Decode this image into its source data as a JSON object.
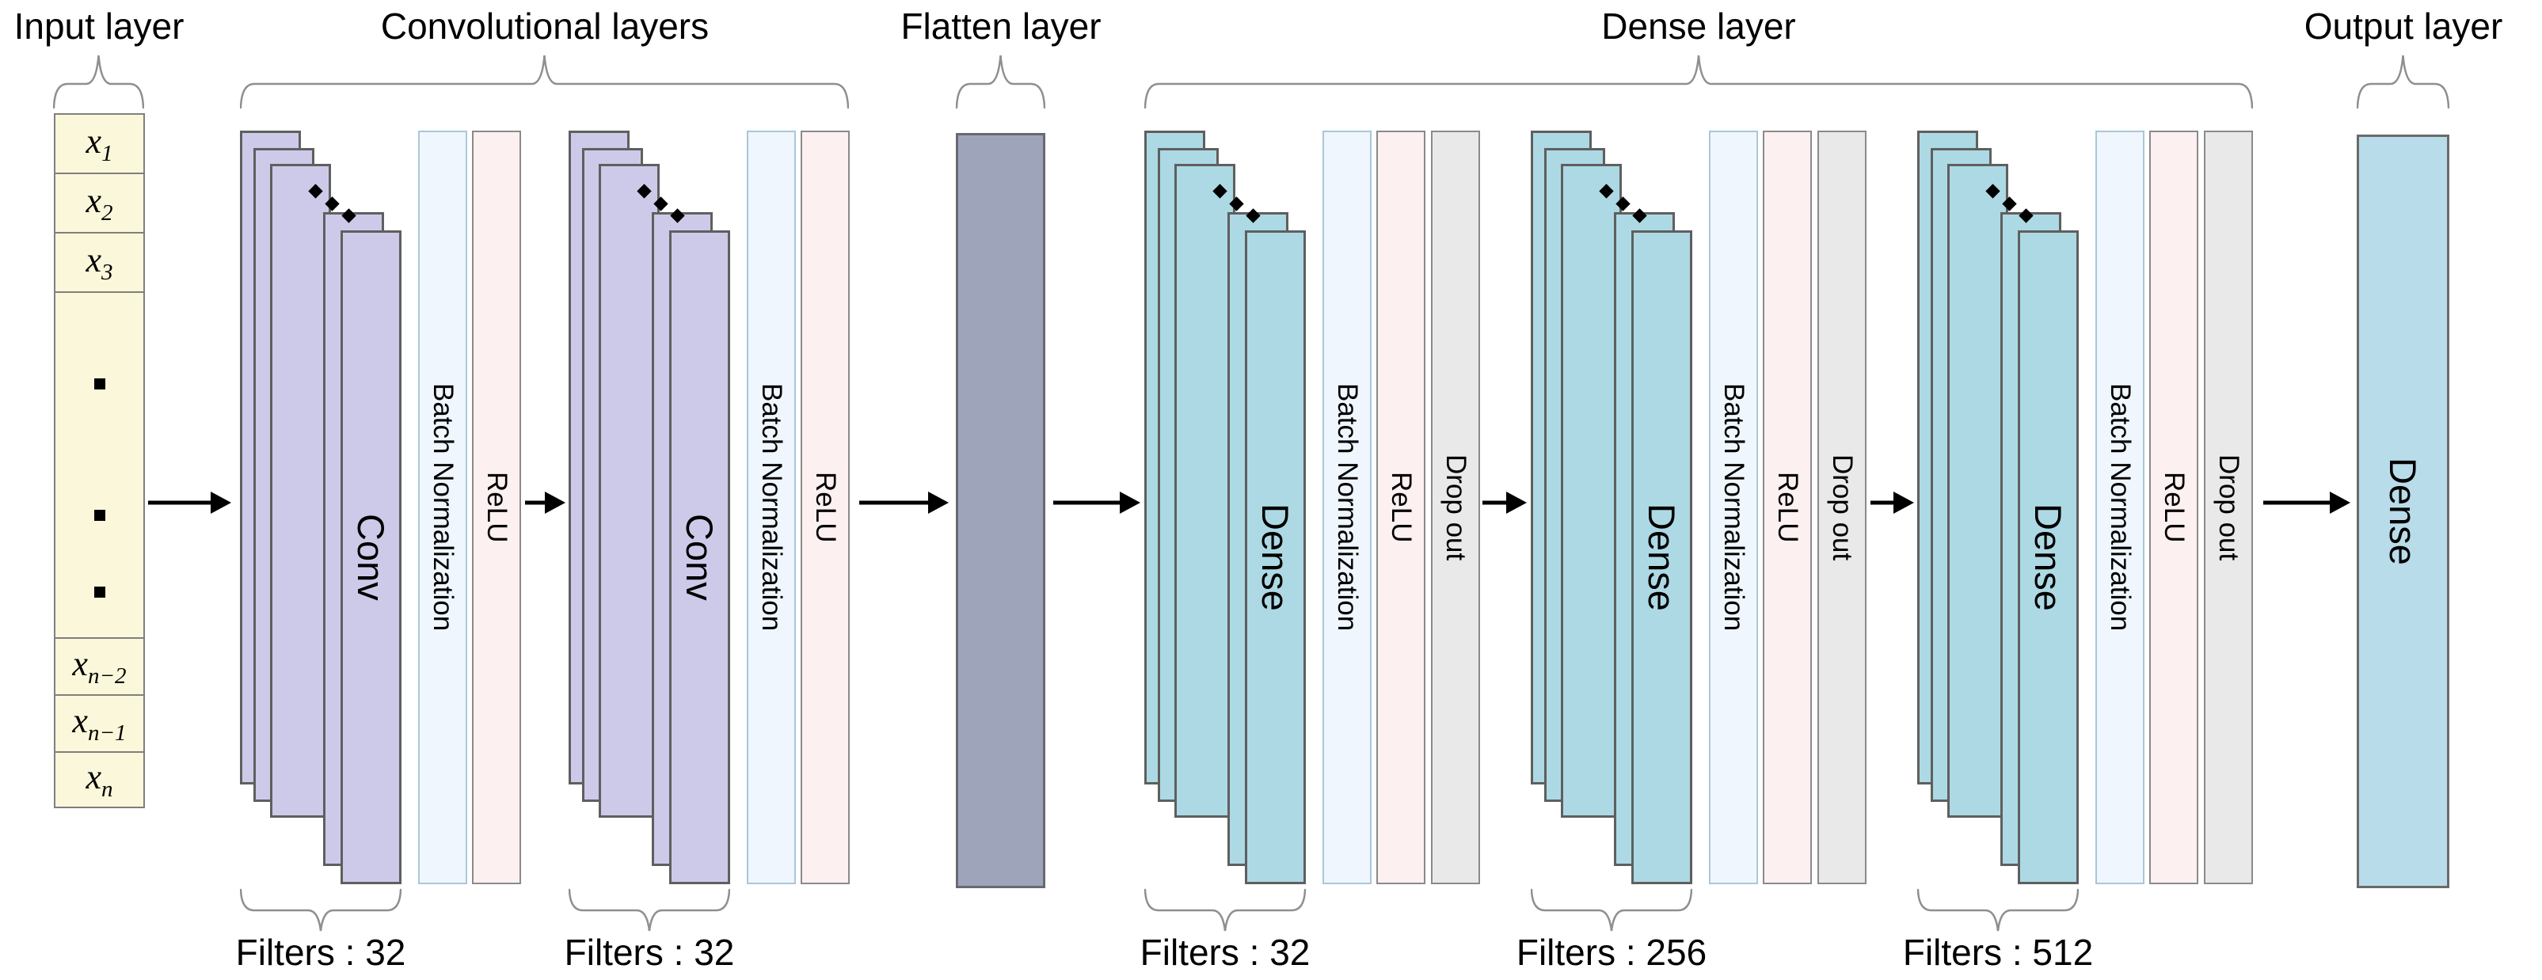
{
  "sections": [
    {
      "id": "input",
      "title": "Input layer"
    },
    {
      "id": "conv",
      "title": "Convolutional layers"
    },
    {
      "id": "flatten",
      "title": "Flatten layer"
    },
    {
      "id": "dense",
      "title": "Dense layer"
    },
    {
      "id": "output",
      "title": "Output layer"
    }
  ],
  "input_layer": {
    "cells": [
      {
        "var": "x",
        "sub": "1"
      },
      {
        "var": "x",
        "sub": "2"
      },
      {
        "var": "x",
        "sub": "3"
      },
      {
        "dots": true
      },
      {
        "var": "x",
        "sub": "n−2"
      },
      {
        "var": "x",
        "sub": "n−1"
      },
      {
        "var": "x",
        "sub": "n"
      }
    ]
  },
  "blocks": [
    {
      "id": "conv-block-1",
      "type": "conv",
      "stack_label": "Conv",
      "bars": [
        "Batch Normalization",
        "ReLU"
      ],
      "filters_label": "Filters : 32"
    },
    {
      "id": "conv-block-2",
      "type": "conv",
      "stack_label": "Conv",
      "bars": [
        "Batch Normalization",
        "ReLU"
      ],
      "filters_label": "Filters : 32"
    },
    {
      "id": "dense-block-1",
      "type": "dense",
      "stack_label": "Dense",
      "bars": [
        "Batch Normalization",
        "ReLU",
        "Drop out"
      ],
      "filters_label": "Filters : 32"
    },
    {
      "id": "dense-block-2",
      "type": "dense",
      "stack_label": "Dense",
      "bars": [
        "Batch Normalization",
        "ReLU",
        "Drop out"
      ],
      "filters_label": "Filters : 256"
    },
    {
      "id": "dense-block-3",
      "type": "dense",
      "stack_label": "Dense",
      "bars": [
        "Batch Normalization",
        "ReLU",
        "Drop out"
      ],
      "filters_label": "Filters : 512"
    }
  ],
  "flatten_layer": {},
  "output_layer": {
    "label": "Dense"
  },
  "colors": {
    "conv_panel_fill": "#cdcae9",
    "dense_panel_fill": "#add9e4",
    "panel_border": "#5f5f5f",
    "batch_norm_fill": "#eff6fd",
    "batch_norm_border": "#aac7d8",
    "relu_fill": "#fdf0f1",
    "relu_border": "#8a8a8a",
    "dropout_fill": "#e9e9e9",
    "dropout_border": "#8a8a8a",
    "input_fill": "#faf7da",
    "input_border": "#7f7f7f",
    "flatten_fill": "#9ea5ba",
    "flatten_border": "#696971",
    "output_fill": "#b9dcea",
    "output_border": "#6a6a6a",
    "brace_stroke": "#8f8f8f",
    "arrow_color": "#000000",
    "text_color": "#000000"
  }
}
